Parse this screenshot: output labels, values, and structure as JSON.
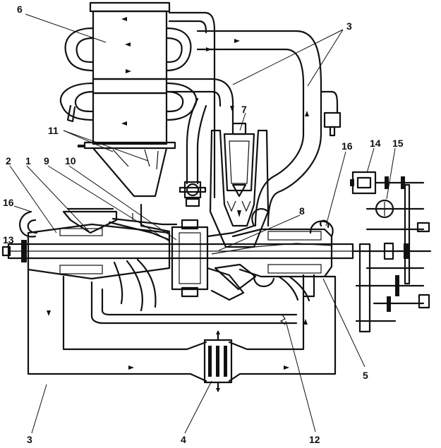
{
  "labels": [
    {
      "text": "6"
    },
    {
      "text": "3"
    },
    {
      "text": "7"
    },
    {
      "text": "11"
    },
    {
      "text": "14"
    },
    {
      "text": "15"
    },
    {
      "text": "16"
    },
    {
      "text": "2"
    },
    {
      "text": "1"
    },
    {
      "text": "9"
    },
    {
      "text": "10"
    },
    {
      "text": "8"
    },
    {
      "text": "16"
    },
    {
      "text": "13"
    },
    {
      "text": "5"
    },
    {
      "text": "3"
    },
    {
      "text": "4"
    },
    {
      "text": "12"
    }
  ]
}
